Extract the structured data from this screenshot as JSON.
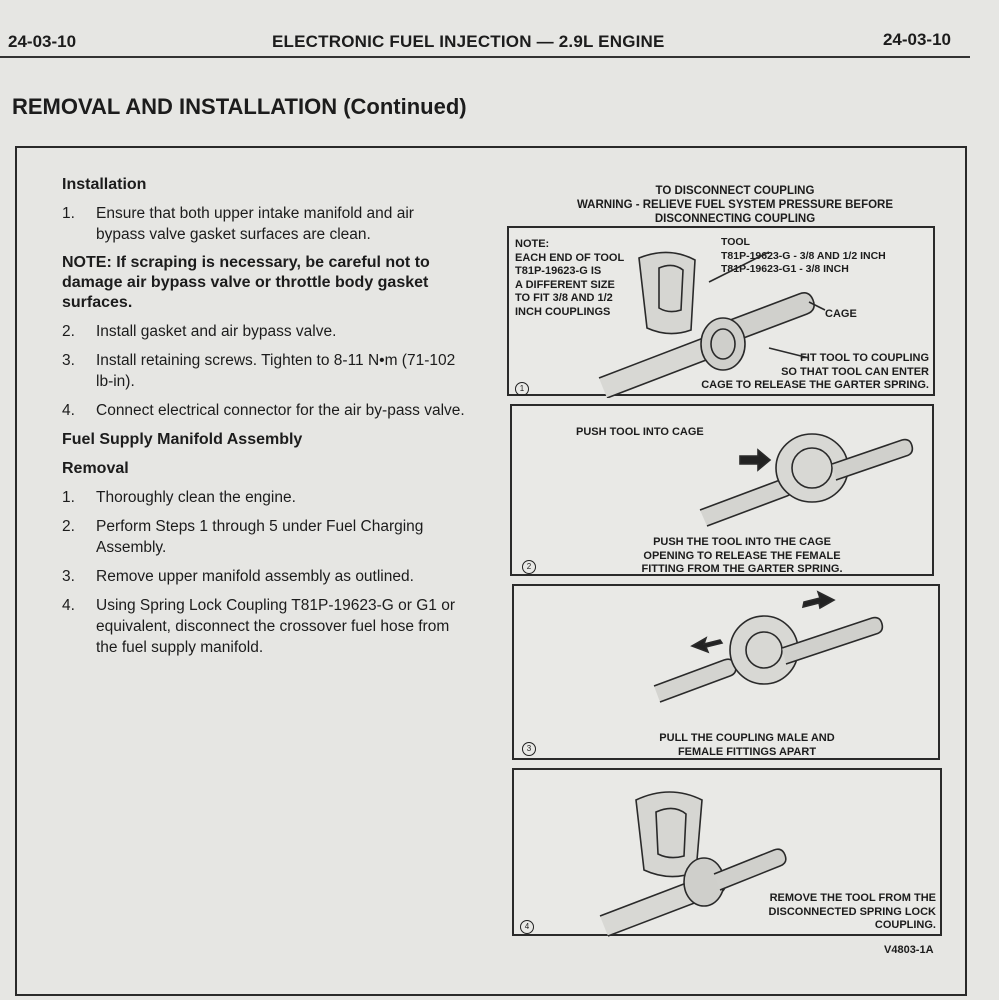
{
  "header": {
    "page_left": "24-03-10",
    "title": "ELECTRONIC FUEL INJECTION — 2.9L ENGINE",
    "page_right": "24-03-10"
  },
  "section_title": "REMOVAL AND INSTALLATION (Continued)",
  "installation": {
    "heading": "Installation",
    "steps": [
      {
        "num": "1.",
        "text": "Ensure that both upper intake manifold and air bypass valve gasket surfaces are clean."
      },
      {
        "num": "2.",
        "text": "Install gasket and air bypass valve."
      },
      {
        "num": "3.",
        "text": "Install retaining screws. Tighten to 8-11 N•m (71-102 lb-in)."
      },
      {
        "num": "4.",
        "text": "Connect electrical connector for the air by-pass valve."
      }
    ],
    "note": "NOTE: If scraping is necessary, be careful not to damage air bypass valve or throttle body gasket surfaces."
  },
  "fuel_supply": {
    "heading": "Fuel Supply Manifold Assembly",
    "removal_heading": "Removal",
    "steps": [
      {
        "num": "1.",
        "text": "Thoroughly clean the engine."
      },
      {
        "num": "2.",
        "text": "Perform Steps 1 through 5 under Fuel Charging Assembly."
      },
      {
        "num": "3.",
        "text": "Remove upper manifold assembly as outlined."
      },
      {
        "num": "4.",
        "text": "Using Spring Lock Coupling T81P-19623-G or G1 or equivalent, disconnect the crossover fuel hose from the fuel supply manifold."
      }
    ]
  },
  "figure": {
    "title_line1": "TO DISCONNECT COUPLING",
    "title_line2": "WARNING - RELIEVE FUEL SYSTEM PRESSURE BEFORE",
    "title_line3": "DISCONNECTING COUPLING",
    "panel1": {
      "num": "1",
      "note": "NOTE:\nEACH END OF TOOL\nT81P-19623-G IS\nA DIFFERENT SIZE\nTO FIT 3/8 AND 1/2\nINCH COUPLINGS",
      "tool_label": "TOOL\nT81P-19623-G - 3/8 AND 1/2 INCH\nT81P-19623-G1 - 3/8 INCH",
      "cage_label": "CAGE",
      "caption": "FIT TOOL TO COUPLING\nSO THAT TOOL CAN ENTER\nCAGE TO RELEASE THE GARTER SPRING."
    },
    "panel2": {
      "num": "2",
      "top_label": "PUSH TOOL INTO CAGE",
      "caption": "PUSH THE TOOL INTO THE CAGE\nOPENING TO RELEASE THE FEMALE\nFITTING FROM THE GARTER SPRING."
    },
    "panel3": {
      "num": "3",
      "caption": "PULL THE COUPLING MALE AND\nFEMALE FITTINGS APART"
    },
    "panel4": {
      "num": "4",
      "caption": "REMOVE THE TOOL FROM THE\nDISCONNECTED SPRING LOCK\nCOUPLING."
    },
    "figure_id": "V4803-1A"
  }
}
